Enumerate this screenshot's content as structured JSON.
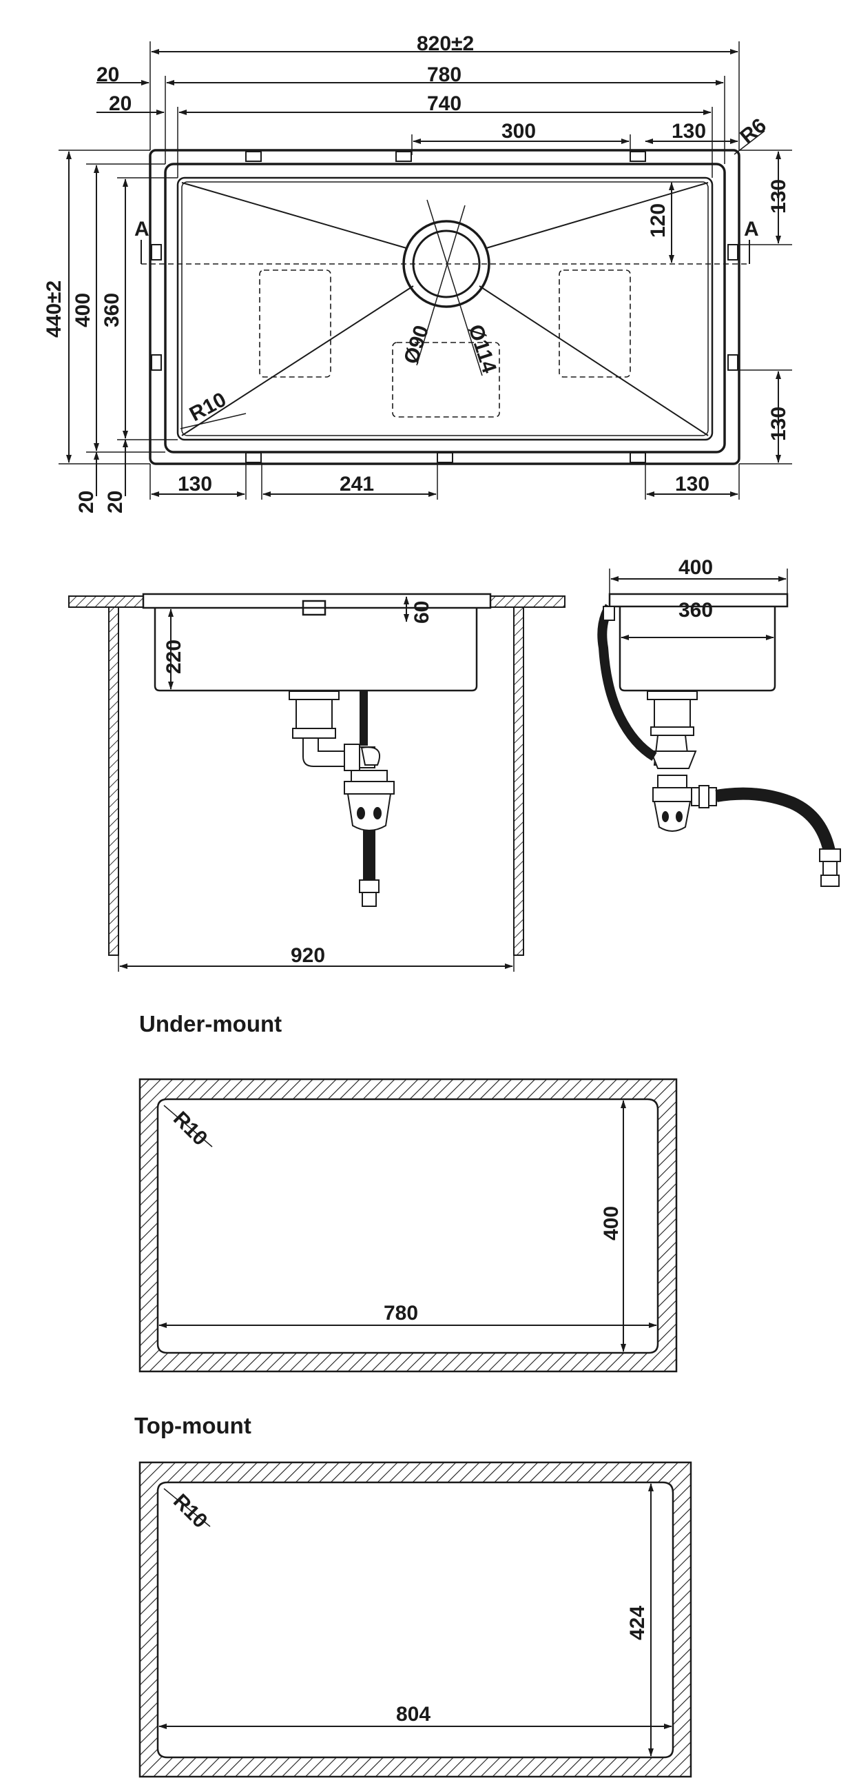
{
  "top_view": {
    "dim_overall_width": "820±2",
    "dim_rim_width": "780",
    "dim_bowl_width": "740",
    "dim_left_offset_1": "20",
    "dim_left_offset_2": "20",
    "dim_drain_to_clip": "300",
    "dim_right_clip_offset": "130",
    "dim_corner_radius_outer": "R6",
    "dim_right_top_130": "130",
    "dim_drain_offset": "120",
    "dim_overall_depth": "440±2",
    "dim_rim_depth": "400",
    "dim_bowl_depth": "360",
    "section_mark_left": "A",
    "section_mark_right": "A",
    "dim_drain_inner": "Ø90",
    "dim_drain_outer": "Ø114",
    "dim_corner_radius_inner": "R10",
    "dim_right_bottom_130": "130",
    "dim_bottom_left_20a": "20",
    "dim_bottom_left_20b": "20",
    "dim_bottom_left_130": "130",
    "dim_bottom_mid_241": "241",
    "dim_bottom_right_130": "130"
  },
  "side_view": {
    "dim_bowl_height": "220",
    "dim_rim_height": "60",
    "dim_cabinet_width": "920"
  },
  "section_view": {
    "dim_rim_depth": "400",
    "dim_bowl_depth": "360"
  },
  "undermount": {
    "title": "Under-mount",
    "radius": "R10",
    "depth": "400",
    "width": "780"
  },
  "topmount": {
    "title": "Top-mount",
    "radius": "R10",
    "depth": "424",
    "width": "804"
  },
  "colors": {
    "line": "#1a1a1a",
    "background": "#ffffff"
  }
}
